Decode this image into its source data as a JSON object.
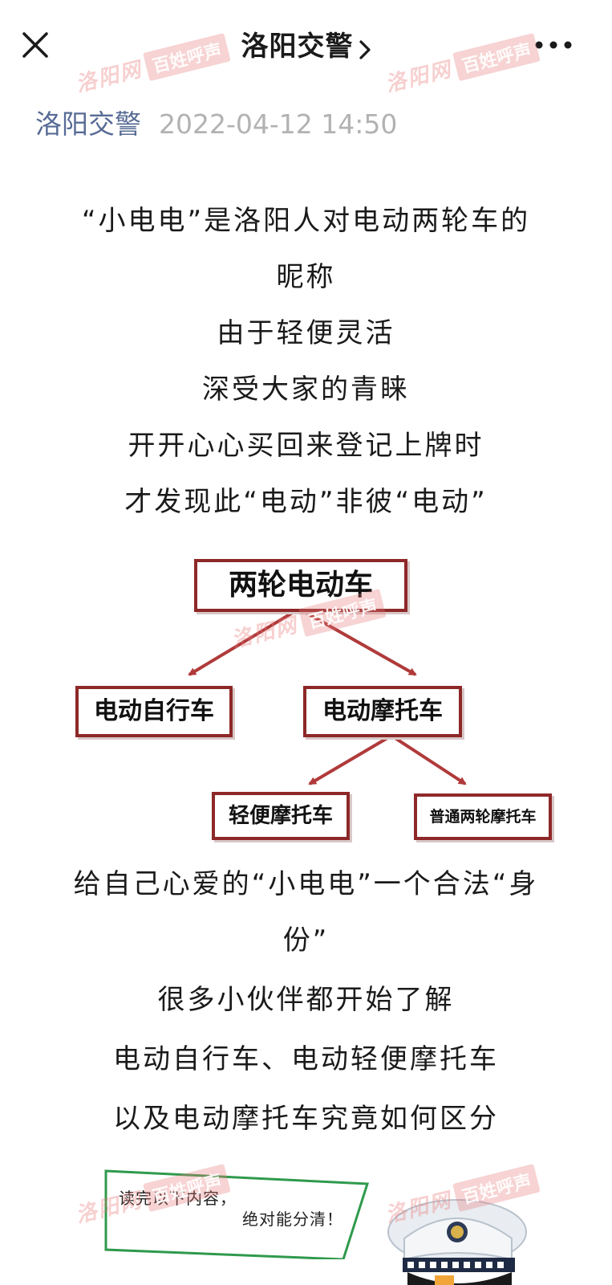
{
  "header": {
    "title": "洛阳交警",
    "close_icon": "close-icon",
    "chevron_icon": "chevron-right-icon",
    "more_icon": "more-icon"
  },
  "meta": {
    "author": "洛阳交警",
    "date": "2022-04-12 14:50"
  },
  "paragraph1": [
    "“小电电”是洛阳人对电动两轮车的",
    "昵称",
    "由于轻便灵活",
    "深受大家的青睐",
    "开开心心买回来登记上牌时",
    "才发现此“电动”非彼“电动”"
  ],
  "diagram": {
    "root": "两轮电动车",
    "level1_left": "电动自行车",
    "level1_right": "电动摩托车",
    "level2_left": "轻便摩托车",
    "level2_right": "普通两轮摩托车",
    "border_color": "#8e2828"
  },
  "paragraph2": [
    "给自己心爱的“小电电”一个合法“身",
    "份”",
    "很多小伙伴都开始了解",
    "电动自行车、电动轻便摩托车",
    "以及电动摩托车究竟如何区分"
  ],
  "callout": {
    "line1": "读完以下内容，",
    "line2": "绝对能分清！"
  },
  "watermark": {
    "site": "洛阳网",
    "tag": "百姓呼声"
  },
  "colors": {
    "link": "#576b95",
    "date": "#b2b2b2",
    "watermark": "#e87878"
  }
}
